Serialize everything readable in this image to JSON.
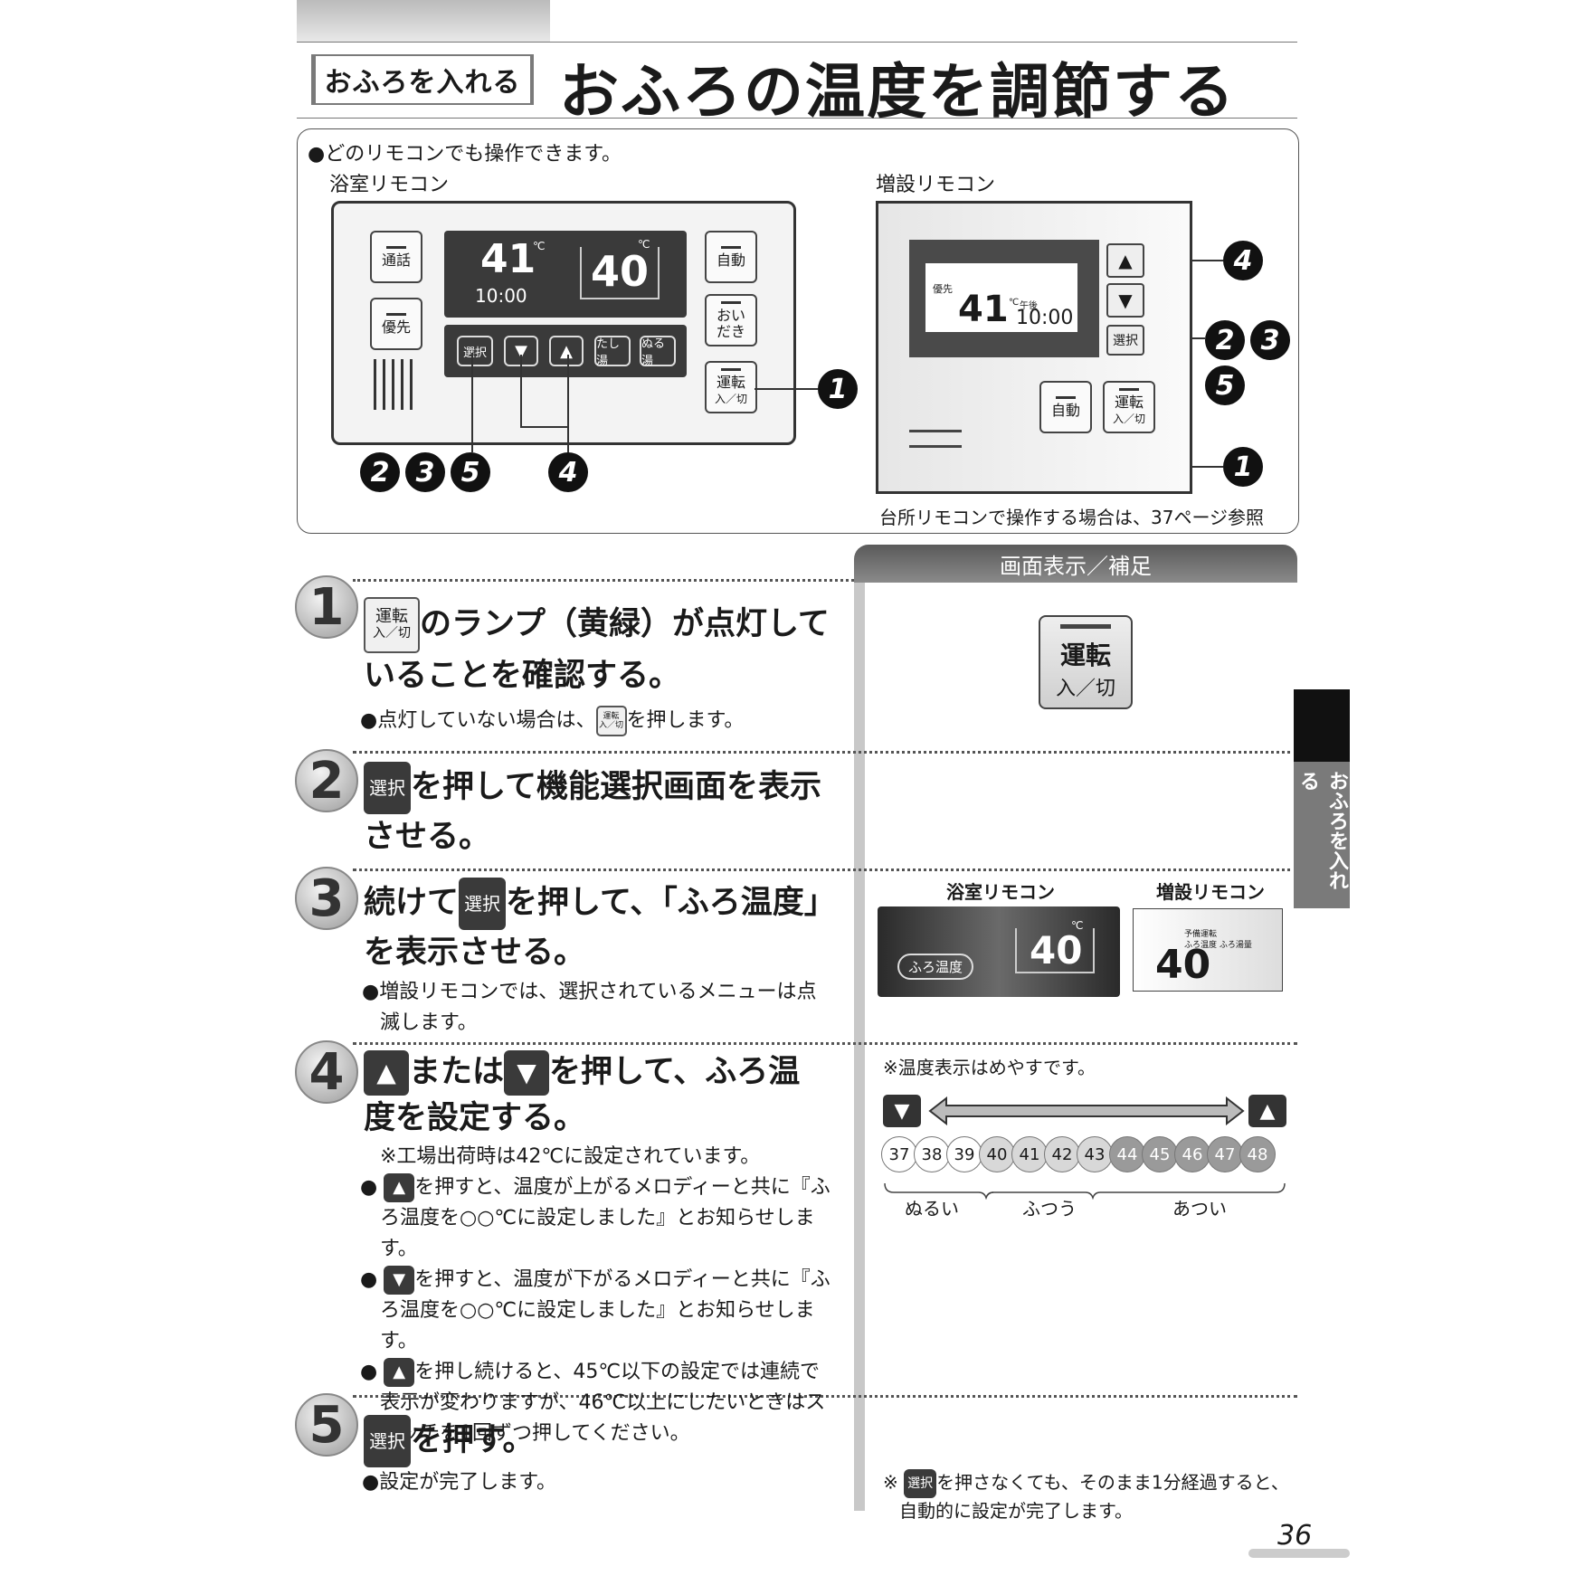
{
  "header": {
    "tag": "おふろを入れる",
    "title": "おふろの温度を調節する"
  },
  "overview": {
    "note": "●どのリモコンでも操作できます。",
    "bath_label": "浴室リモコン",
    "extra_label": "増設リモコン",
    "kitchen_note": "台所リモコンで操作する場合は、37ページ参照"
  },
  "bath_remote": {
    "call": "通話",
    "priority": "優先",
    "auto": "自動",
    "oidaki1": "おい",
    "oidaki2": "だき",
    "power1": "運転",
    "power2": "入／切",
    "lcd_temp": "41",
    "lcd_clock": "10:00",
    "lcd_bath": "40",
    "unit": "℃",
    "select": "選択",
    "tashiyu": "たし湯",
    "nuruyu": "ぬる湯"
  },
  "extra_remote": {
    "yuusen": "優先",
    "lcd_temp": "41",
    "lcd_clock": "10:00",
    "pm": "午後",
    "unit": "℃",
    "select": "選択",
    "auto": "自動",
    "power1": "運転",
    "power2": "入／切"
  },
  "badges": {
    "b1": "1",
    "b2": "2",
    "b3": "3",
    "b4": "4",
    "b5": "5"
  },
  "right_header": "画面表示／補足",
  "steps": [
    {
      "num": "1",
      "h_after": "のランプ（黄緑）が点灯して",
      "h2": "いることを確認する。",
      "bullet_a": "●点灯していない場合は、",
      "bullet_b": "を押します。"
    },
    {
      "num": "2",
      "h_after": "を押して機能選択画面を表示",
      "h2": "させる。"
    },
    {
      "num": "3",
      "h_before": "続けて",
      "h_after": "を押して、「ふろ温度」",
      "h2": "を表示させる。",
      "bullet1": "●増設リモコンでは、選択されているメニューは点",
      "bullet2": "滅します。"
    },
    {
      "num": "4",
      "h_mid": "または",
      "h_after": "を押して、ふろ温",
      "h2": "度を設定する。",
      "factory": "※工場出荷時は42℃に設定されています。",
      "b1a": "を押すと、温度が上がるメロディーと共に『ふ",
      "b1b": "ろ温度を○○℃に設定しました』とお知らせします。",
      "b2a": "を押すと、温度が下がるメロディーと共に『ふ",
      "b2b": "ろ温度を○○℃に設定しました』とお知らせします。",
      "b3a": "を押し続けると、45℃以下の設定では連続で",
      "b3b": "表示が変わりますが、46℃以上にしたいときはス",
      "b3c": "イッチを1回ずつ押してください。"
    },
    {
      "num": "5",
      "h_after": "を押す。",
      "bullet": "●設定が完了します。"
    }
  ],
  "select_key": "選択",
  "power_key1": "運転",
  "power_key2": "入／切",
  "right": {
    "bath_label": "浴室リモコン",
    "extra_label": "増設リモコン",
    "furo_ondo": "ふろ温度",
    "lcd_val": "40",
    "unit": "℃",
    "ex_l1": "予備運転",
    "ex_l2": "ふろ温度 ふろ湯量",
    "temp_note": "※温度表示はめやすです。",
    "temps": [
      "37",
      "38",
      "39",
      "40",
      "41",
      "42",
      "43",
      "44",
      "45",
      "46",
      "47",
      "48"
    ],
    "ranges": [
      "ぬるい",
      "ふつう",
      "あつい"
    ],
    "final_note_a": "※",
    "final_note_b": "を押さなくても、そのまま1分経過すると、",
    "final_note_c": "自動的に設定が完了します。"
  },
  "side_tab": "おふろを入れる",
  "page_number": "36"
}
